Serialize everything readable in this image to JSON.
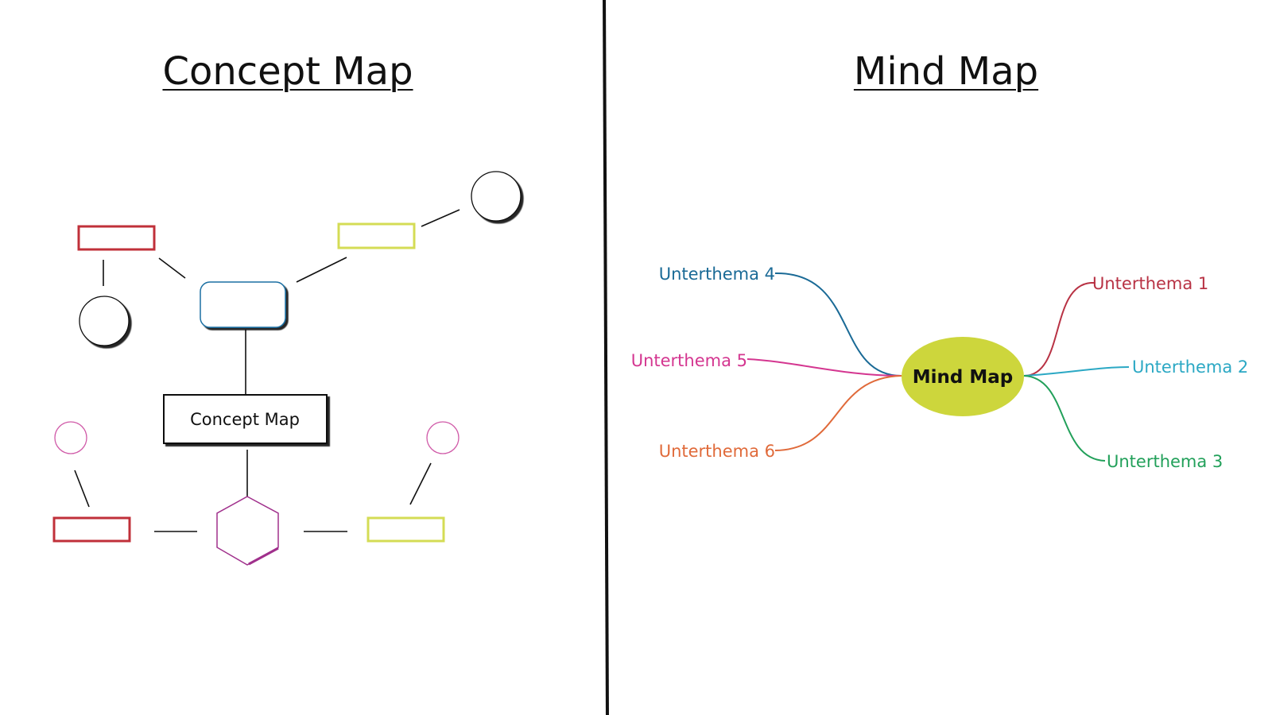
{
  "concept_panel": {
    "title": "Concept Map",
    "central_node_label": "Concept Map",
    "colors": {
      "red": "#c0303a",
      "yellow": "#d4dc55",
      "blue": "#1a6fa3",
      "magenta": "#a0308c",
      "pink": "#d05aa8",
      "black": "#111111"
    }
  },
  "mind_panel": {
    "title": "Mind Map",
    "center_label": "Mind Map",
    "center_color": "#cdd63c",
    "branches": [
      {
        "label": "Unterthema 1",
        "color": "#b83244"
      },
      {
        "label": "Unterthema 2",
        "color": "#2ba8c4"
      },
      {
        "label": "Unterthema 3",
        "color": "#22a05a"
      },
      {
        "label": "Unterthema 4",
        "color": "#1a6a96"
      },
      {
        "label": "Unterthema 5",
        "color": "#d43690"
      },
      {
        "label": "Unterthema 6",
        "color": "#e06a3a"
      }
    ]
  }
}
